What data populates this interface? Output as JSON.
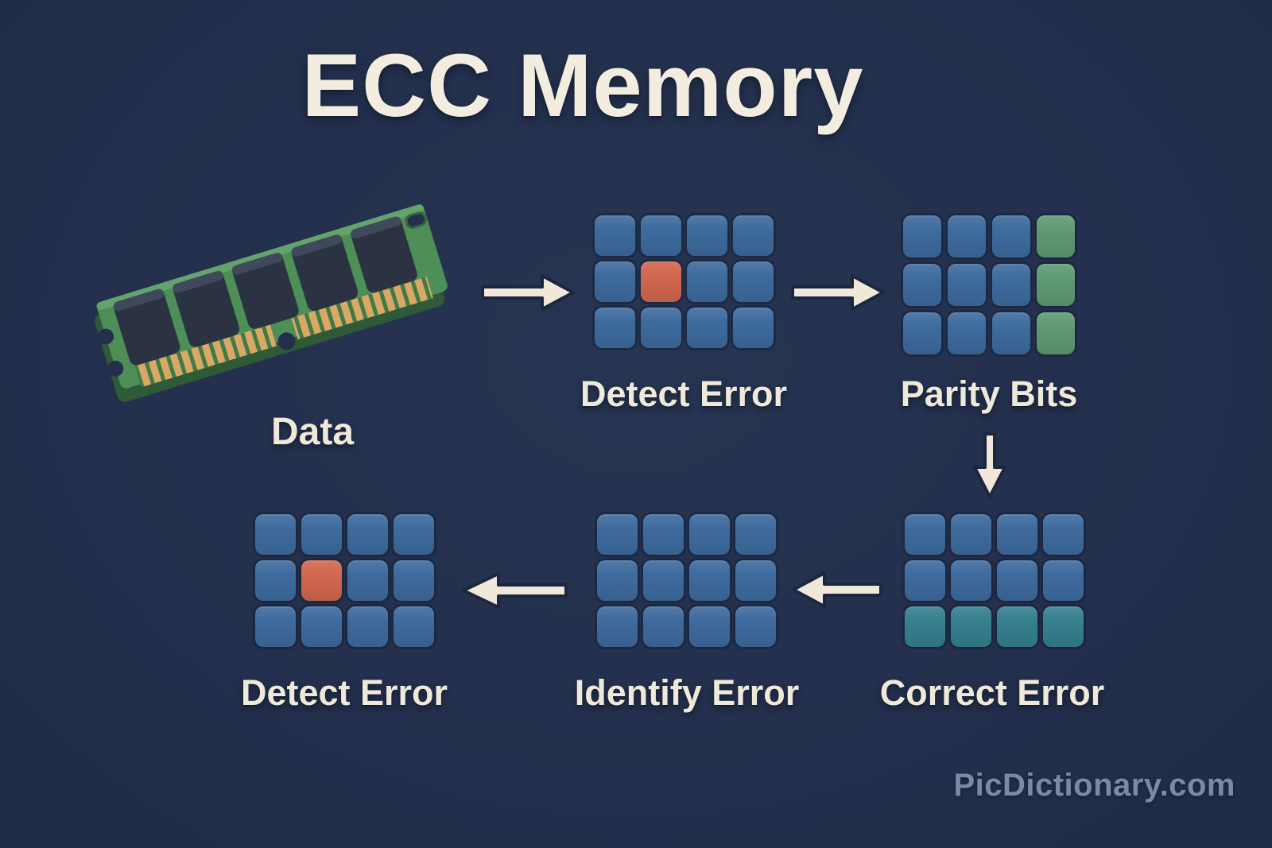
{
  "page": {
    "title": "ECC Memory",
    "watermark": "PicDictionary.com"
  },
  "ram": {
    "label": "Data"
  },
  "grids": [
    {
      "name": "detect-error-top",
      "label": "Detect Error",
      "cells": [
        [
          "blue",
          "blue",
          "blue",
          "blue"
        ],
        [
          "blue",
          "red",
          "blue",
          "blue"
        ],
        [
          "blue",
          "blue",
          "blue",
          "blue"
        ]
      ]
    },
    {
      "name": "parity-bits",
      "label": "Parity Bits",
      "cells": [
        [
          "blue",
          "blue",
          "blue",
          "green"
        ],
        [
          "blue",
          "blue",
          "blue",
          "green"
        ],
        [
          "blue",
          "blue",
          "blue",
          "green"
        ]
      ]
    },
    {
      "name": "correct-error",
      "label": "Correct Error",
      "cells": [
        [
          "blue",
          "blue",
          "blue",
          "blue"
        ],
        [
          "blue",
          "blue",
          "blue",
          "blue"
        ],
        [
          "teal",
          "teal",
          "teal",
          "teal"
        ]
      ]
    },
    {
      "name": "identify-error",
      "label": "Identify Error",
      "cells": [
        [
          "blue",
          "blue",
          "blue",
          "blue"
        ],
        [
          "blue",
          "blue",
          "blue",
          "blue"
        ],
        [
          "blue",
          "blue",
          "blue",
          "blue"
        ]
      ]
    },
    {
      "name": "detect-error-bottom",
      "label": "Detect Error",
      "cells": [
        [
          "blue",
          "blue",
          "blue",
          "blue"
        ],
        [
          "blue",
          "red",
          "blue",
          "blue"
        ],
        [
          "blue",
          "blue",
          "blue",
          "blue"
        ]
      ]
    }
  ],
  "palette": {
    "bg": "#232f4c",
    "bg_center": "#273552",
    "bg_edge": "#1f2b46",
    "blue": "#3e6b9e",
    "red": "#d2684f",
    "green": "#5f9a74",
    "teal": "#36808f",
    "cream": "#f0e9d9",
    "outline": "#1c2640",
    "title_color": "#f2eddf",
    "label_color": "#efe9da",
    "watermark_color": "#8fa2c1",
    "ram_board": "#4d8f56",
    "ram_board_light": "#6cab74",
    "ram_board_dark": "#35663e",
    "ram_side": "#2f5a37",
    "ram_chip": "#2b3342",
    "ram_chip_light": "#414b5f",
    "ram_pin": "#d9a865",
    "ram_pin_gap": "#3f7a47"
  }
}
